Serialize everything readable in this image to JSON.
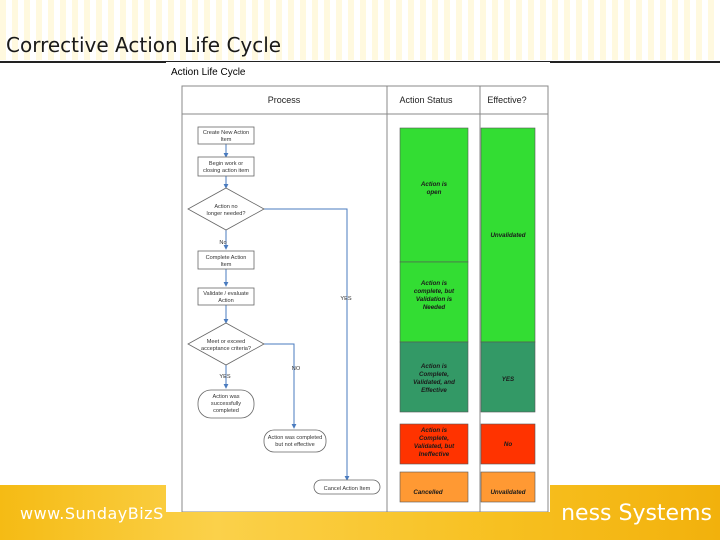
{
  "slide": {
    "title": "Corrective Action Life Cycle",
    "footer_left": "www.SundayBizS",
    "footer_right": "ness Systems"
  },
  "figure": {
    "title": "Action Life Cycle",
    "columns": {
      "process": "Process",
      "status": "Action Status",
      "effective": "Effective?"
    },
    "process": {
      "create": [
        "Create New Action",
        "Item"
      ],
      "begin": [
        "Begin work or",
        "closing action item"
      ],
      "decision1": [
        "Action no",
        "longer needed?"
      ],
      "no_label": "No",
      "complete": [
        "Complete Action",
        "Item"
      ],
      "validate": [
        "Validate / evaluate",
        "Action"
      ],
      "yes_right": "YES",
      "decision2": [
        "Meet or exceed",
        "acceptance criteria?"
      ],
      "no_label2": "NO",
      "yes_label2": "YES",
      "success": [
        "Action was",
        "successfully",
        "completed"
      ],
      "not_effective": [
        "Action was completed",
        "but not effective"
      ],
      "cancel": "Cancel Action Item"
    },
    "status": {
      "open": [
        "Action is",
        "open"
      ],
      "complete_needed": [
        "Action is",
        "complete, but",
        "Validation is",
        "Needed"
      ],
      "complete_effective": [
        "Action is",
        "Complete,",
        "Validated, and",
        "Effective"
      ],
      "complete_ineffective": [
        "Action is",
        "Complete,",
        "Validated, but",
        "Ineffective"
      ],
      "cancelled": "Cancelled"
    },
    "effective": {
      "unvalidated_top": "Unvalidated",
      "yes": "YES",
      "no": "No",
      "unvalidated_bottom": "Unvalidated"
    },
    "colors": {
      "green": "#33dd33",
      "dark_green": "#339966",
      "red": "#ff3300",
      "orange": "#ff9933"
    }
  }
}
